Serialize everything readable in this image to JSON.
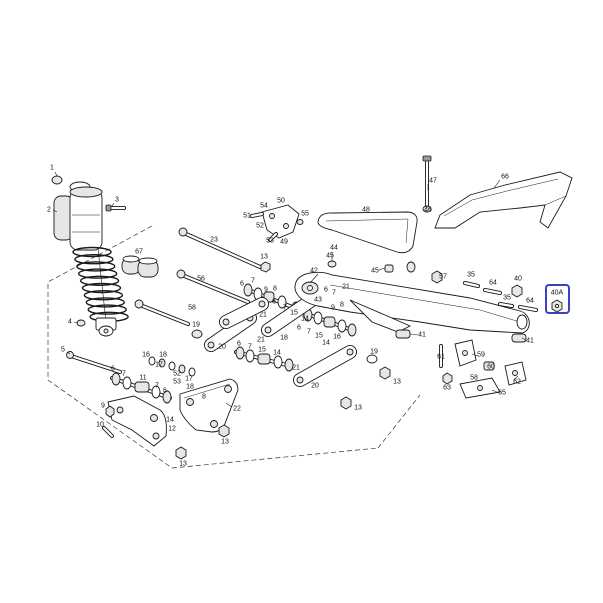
{
  "highlight": {
    "label": "40A",
    "color": "#3b40c4"
  },
  "callouts": [
    "1",
    "2",
    "3",
    "67",
    "4",
    "5",
    "23",
    "13",
    "56",
    "58",
    "19",
    "6",
    "7",
    "9",
    "8",
    "21",
    "6",
    "7",
    "15",
    "14",
    "6",
    "7",
    "21",
    "8",
    "9",
    "6",
    "7",
    "15",
    "16",
    "14",
    "18",
    "20",
    "21",
    "6",
    "7",
    "15",
    "14",
    "21",
    "19",
    "20",
    "13",
    "13",
    "16",
    "18",
    "17",
    "52",
    "17",
    "53",
    "18",
    "6",
    "7",
    "11",
    "7",
    "6",
    "8",
    "22",
    "9",
    "10",
    "14",
    "12",
    "13",
    "13",
    "50",
    "54",
    "51",
    "52",
    "53",
    "49",
    "55",
    "42",
    "43",
    "44",
    "45",
    "45",
    "48",
    "46",
    "47",
    "66",
    "57",
    "35",
    "64",
    "40",
    "35",
    "64",
    "41",
    "41",
    "61",
    "59",
    "60",
    "58",
    "62",
    "63",
    "65"
  ]
}
